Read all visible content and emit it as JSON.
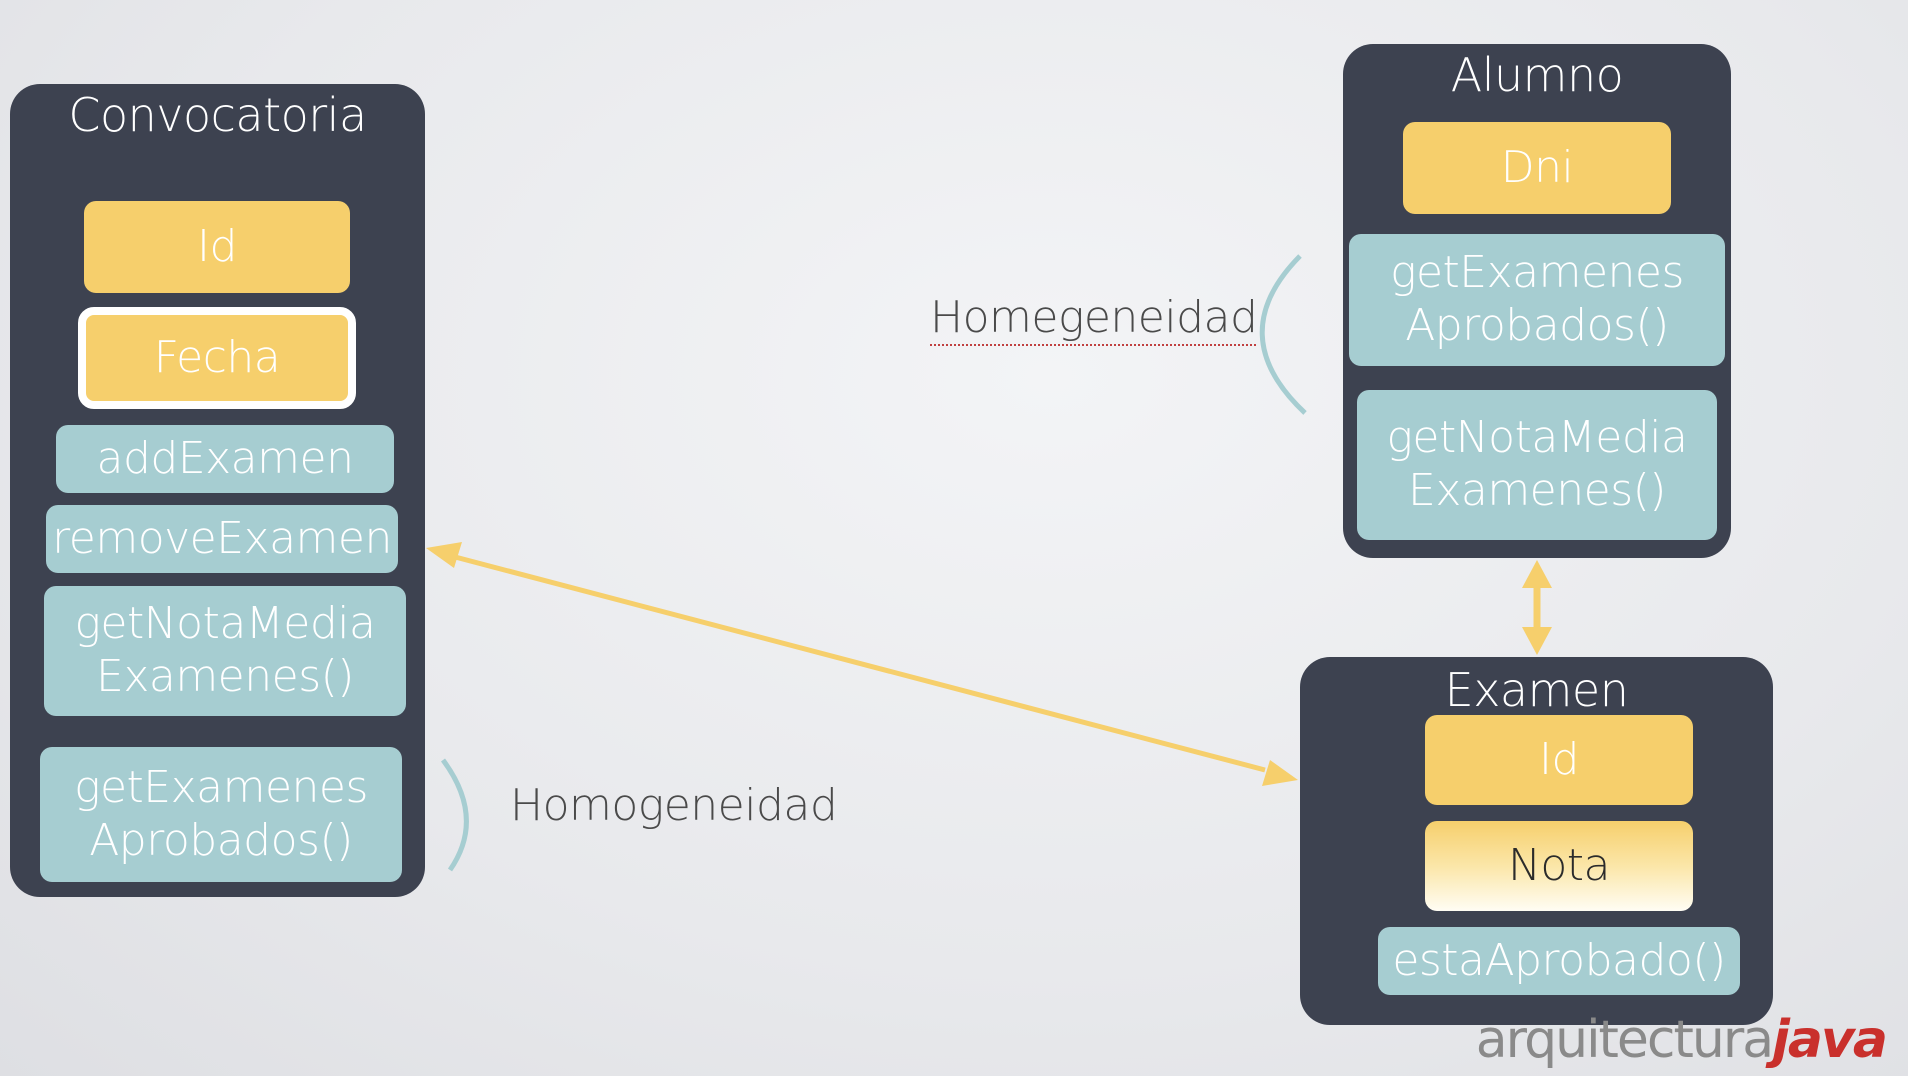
{
  "convocatoria": {
    "title": "Convocatoria",
    "id": "Id",
    "fecha": "Fecha",
    "add_examen": "addExamen",
    "remove_examen": "removeExamen",
    "get_nota_media": [
      "getNotaMedia",
      "Examenes()"
    ],
    "get_examenes_aprobados": [
      "getExamenes",
      "Aprobados()"
    ]
  },
  "alumno": {
    "title": "Alumno",
    "dni": "Dni",
    "get_examenes_aprobados": [
      "getExamenes",
      "Aprobados()"
    ],
    "get_nota_media": [
      "getNotaMedia",
      "Examenes()"
    ]
  },
  "examen": {
    "title": "Examen",
    "id": "Id",
    "nota": "Nota",
    "esta_aprobado": "estaAprobado()"
  },
  "labels": {
    "homogeneidad": "Homogeneidad",
    "homegeneidad": "Homegeneidad"
  },
  "watermark": {
    "part1": "arquitectura",
    "part2": "java"
  },
  "colors": {
    "panel": "#3d4250",
    "attribute": "#f6cf6c",
    "method": "#a6cdd1",
    "arrow": "#f6cf6c",
    "bracket": "#a6cdd1"
  }
}
